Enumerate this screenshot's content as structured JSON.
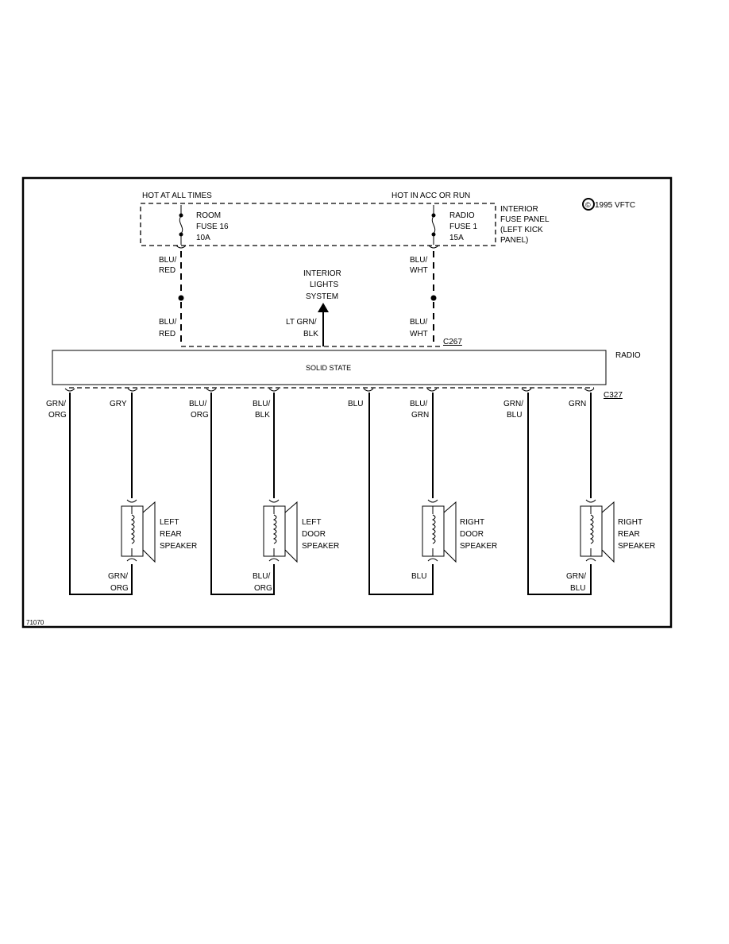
{
  "top": {
    "hot_all_times": "HOT AT ALL TIMES",
    "hot_acc_run": "HOT IN ACC OR RUN",
    "copyright": "1995 VFTC",
    "copyright_symbol": "©"
  },
  "fuse_panel": [
    "INTERIOR",
    "FUSE PANEL",
    "(LEFT KICK",
    "PANEL)"
  ],
  "fuse_room": [
    "ROOM",
    "FUSE 16",
    "10A"
  ],
  "fuse_radio": [
    "RADIO",
    "FUSE 1",
    "15A"
  ],
  "wires_upper": {
    "left_top": [
      "BLU/",
      "RED"
    ],
    "left_bottom": [
      "BLU/",
      "RED"
    ],
    "right_top": [
      "BLU/",
      "WHT"
    ],
    "right_bottom": [
      "BLU/",
      "WHT"
    ],
    "mid": [
      "LT GRN/",
      "BLK"
    ]
  },
  "interior_lights": [
    "INTERIOR",
    "LIGHTS",
    "SYSTEM"
  ],
  "connectors": {
    "upper": "C267",
    "lower": "C327"
  },
  "radio": {
    "label": "RADIO",
    "state": "SOLID STATE"
  },
  "wires_lower": [
    [
      "GRN/",
      "ORG"
    ],
    [
      "GRY"
    ],
    [
      "BLU/",
      "ORG"
    ],
    [
      "BLU/",
      "BLK"
    ],
    [
      "BLU"
    ],
    [
      "BLU/",
      "GRN"
    ],
    [
      "GRN/",
      "BLU"
    ],
    [
      "GRN"
    ]
  ],
  "speakers": [
    {
      "label": [
        "LEFT",
        "REAR",
        "SPEAKER"
      ],
      "bottom_wire": [
        "GRN/",
        "ORG"
      ]
    },
    {
      "label": [
        "LEFT",
        "DOOR",
        "SPEAKER"
      ],
      "bottom_wire": [
        "BLU/",
        "ORG"
      ]
    },
    {
      "label": [
        "RIGHT",
        "DOOR",
        "SPEAKER"
      ],
      "bottom_wire": [
        "BLU"
      ]
    },
    {
      "label": [
        "RIGHT",
        "REAR",
        "SPEAKER"
      ],
      "bottom_wire": [
        "GRN/",
        "BLU"
      ]
    }
  ],
  "figure_id": "71070"
}
